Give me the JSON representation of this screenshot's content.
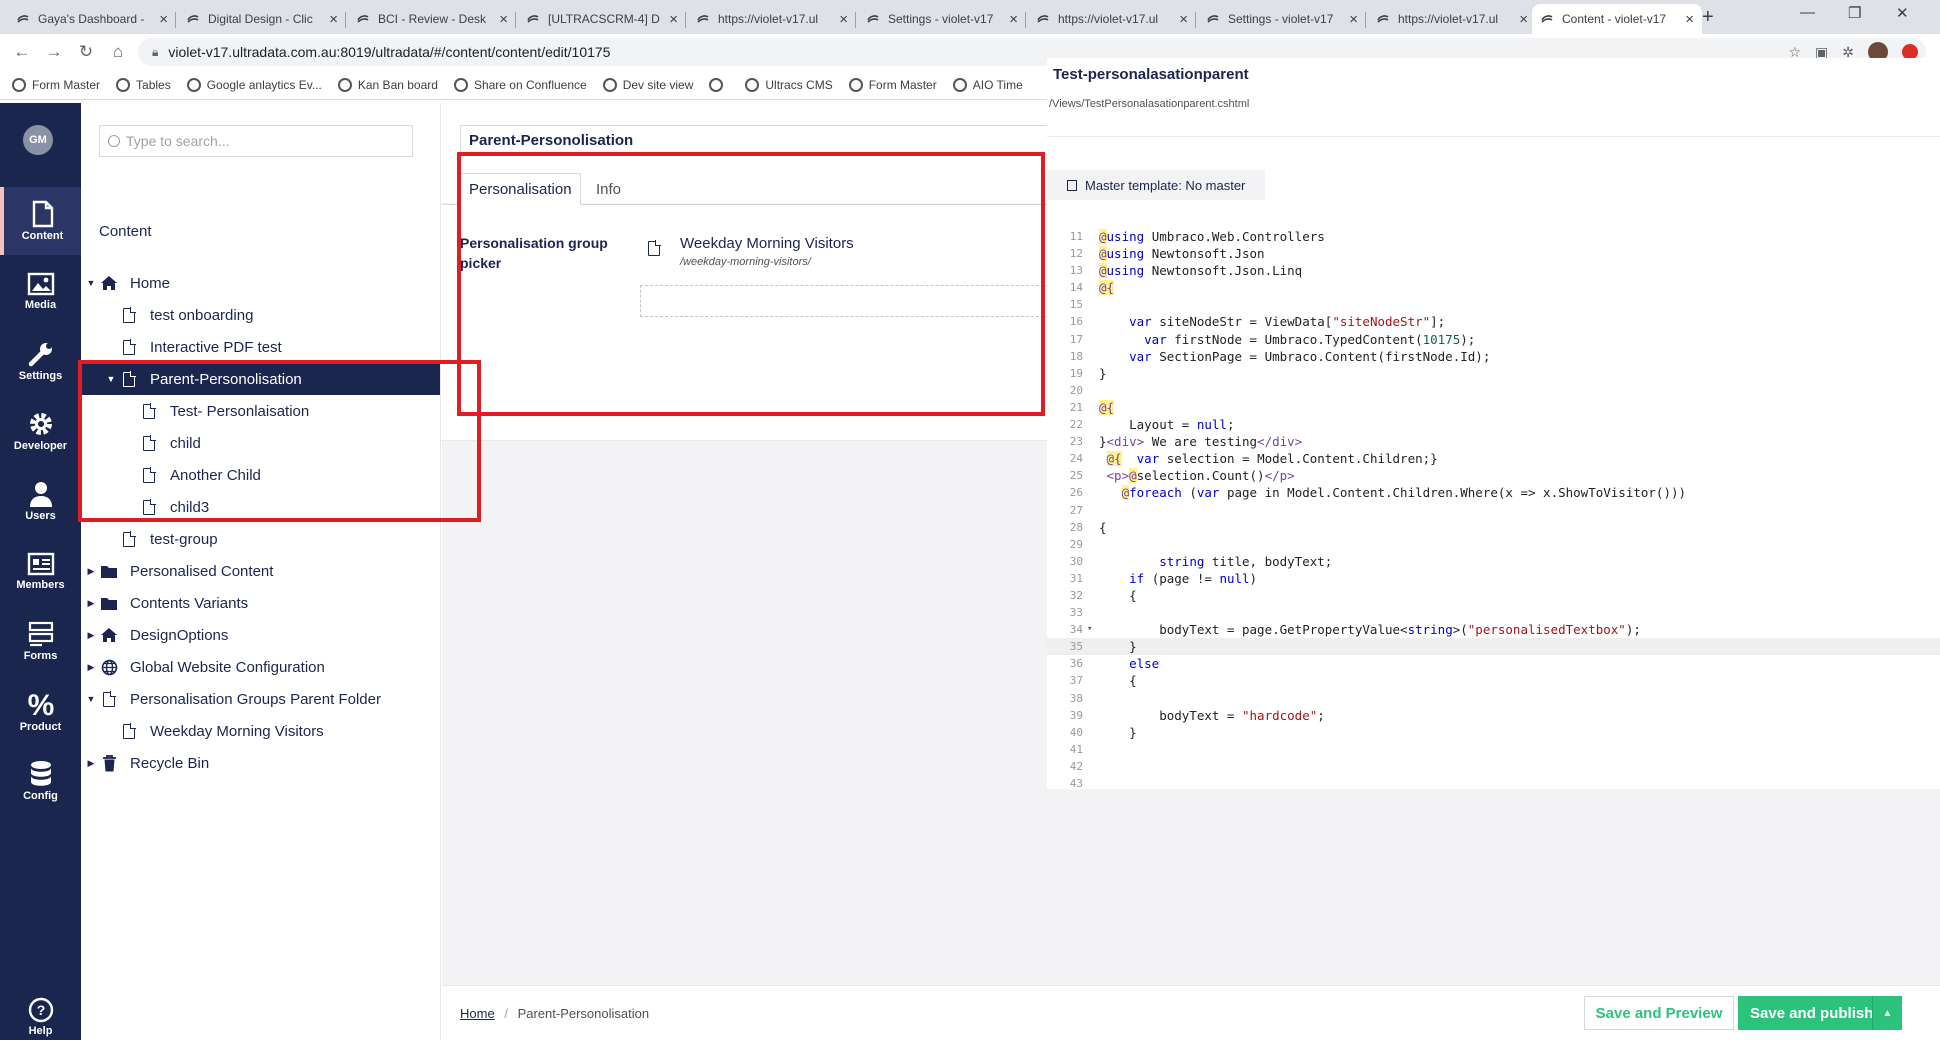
{
  "browser": {
    "tabs": [
      {
        "title": "Gaya's Dashboard - ",
        "active": false
      },
      {
        "title": "Digital Design - Clic",
        "active": false
      },
      {
        "title": "BCI - Review - Desk",
        "active": false
      },
      {
        "title": "[ULTRACSCRM-4] D",
        "active": false
      },
      {
        "title": "https://violet-v17.ul",
        "active": false
      },
      {
        "title": "Settings - violet-v17",
        "active": false
      },
      {
        "title": "https://violet-v17.ul",
        "active": false
      },
      {
        "title": "Settings - violet-v17",
        "active": false
      },
      {
        "title": "https://violet-v17.ul",
        "active": false
      },
      {
        "title": "Content - violet-v17",
        "active": true
      }
    ],
    "url": "violet-v17.ultradata.com.au:8019/ultradata/#/content/content/edit/10175",
    "bookmarks": [
      "Form Master",
      "Tables",
      "Google anlaytics Ev...",
      "Kan Ban board",
      "Share on Confluence",
      "Dev site view",
      "",
      "Ultracs CMS",
      "Form Master",
      "AIO Time"
    ]
  },
  "sections": {
    "user_initials": "GM",
    "items": [
      {
        "label": "Content",
        "icon": "document-icon",
        "active": true
      },
      {
        "label": "Media",
        "icon": "image-icon",
        "active": false
      },
      {
        "label": "Settings",
        "icon": "wrench-icon",
        "active": false
      },
      {
        "label": "Developer",
        "icon": "gear-icon",
        "active": false
      },
      {
        "label": "Users",
        "icon": "user-icon",
        "active": false
      },
      {
        "label": "Members",
        "icon": "id-card-icon",
        "active": false
      },
      {
        "label": "Forms",
        "icon": "form-icon",
        "active": false
      },
      {
        "label": "Product",
        "icon": "percent-icon",
        "active": false
      },
      {
        "label": "Config",
        "icon": "database-icon",
        "active": false
      }
    ],
    "help_label": "Help"
  },
  "tree": {
    "search_placeholder": "Type to search...",
    "heading": "Content",
    "nodes": [
      {
        "label": "Home",
        "icon": "home-icon",
        "caret": "down",
        "level": 0,
        "selected": false
      },
      {
        "label": "test onboarding",
        "icon": "document-icon",
        "caret": "",
        "level": 1,
        "selected": false
      },
      {
        "label": "Interactive PDF test",
        "icon": "document-icon",
        "caret": "",
        "level": 1,
        "selected": false
      },
      {
        "label": "Parent-Personolisation",
        "icon": "document-icon",
        "caret": "down",
        "level": 1,
        "selected": true
      },
      {
        "label": "Test- Personlaisation",
        "icon": "document-icon",
        "caret": "",
        "level": 2,
        "selected": false
      },
      {
        "label": "child",
        "icon": "document-icon",
        "caret": "",
        "level": 2,
        "selected": false
      },
      {
        "label": "Another Child",
        "icon": "document-icon",
        "caret": "",
        "level": 2,
        "selected": false
      },
      {
        "label": "child3",
        "icon": "document-icon",
        "caret": "",
        "level": 2,
        "selected": false
      },
      {
        "label": "test-group",
        "icon": "document-icon",
        "caret": "",
        "level": 1,
        "selected": false
      },
      {
        "label": "Personalised Content",
        "icon": "folder-icon",
        "caret": "right",
        "level": 0,
        "selected": false
      },
      {
        "label": "Contents Variants",
        "icon": "folder-icon",
        "caret": "right",
        "level": 0,
        "selected": false
      },
      {
        "label": "DesignOptions",
        "icon": "home-icon",
        "caret": "right",
        "level": 0,
        "selected": false
      },
      {
        "label": "Global Website Configuration",
        "icon": "globe-icon",
        "caret": "right",
        "level": 0,
        "selected": false
      },
      {
        "label": "Personalisation Groups Parent Folder",
        "icon": "document-icon",
        "caret": "down",
        "level": 0,
        "selected": false
      },
      {
        "label": "Weekday Morning Visitors",
        "icon": "document-icon",
        "caret": "",
        "level": 1,
        "selected": false
      },
      {
        "label": "Recycle Bin",
        "icon": "trash-icon",
        "caret": "right",
        "level": 0,
        "selected": false
      }
    ]
  },
  "editor": {
    "node_name": "Parent-Personolisation",
    "tabs": [
      "Personalisation",
      "Info"
    ],
    "property_label": "Personalisation group picker",
    "picked_item": {
      "name": "Weekday Morning Visitors",
      "url": "/weekday-morning-visitors/"
    },
    "breadcrumb": [
      "Home",
      "Parent-Personolisation"
    ],
    "save_preview_label": "Save and Preview",
    "save_publish_label": "Save and publish"
  },
  "template": {
    "title": "Test-personalasationparent",
    "path": "/Views/TestPersonalasationparent.cshtml",
    "master_label": "Master template: No master",
    "lines": [
      {
        "n": "11",
        "text": "@using Umbraco.Web.Controllers"
      },
      {
        "n": "12",
        "text": "@using Newtonsoft.Json"
      },
      {
        "n": "13",
        "text": "@using Newtonsoft.Json.Linq"
      },
      {
        "n": "14",
        "text": "@{"
      },
      {
        "n": "15",
        "text": ""
      },
      {
        "n": "16",
        "text": "    var siteNodeStr = ViewData[\"siteNodeStr\"];"
      },
      {
        "n": "17",
        "text": "      var firstNode = Umbraco.TypedContent(10175);"
      },
      {
        "n": "18",
        "text": "    var SectionPage = Umbraco.Content(firstNode.Id);"
      },
      {
        "n": "19",
        "text": "}"
      },
      {
        "n": "20",
        "text": ""
      },
      {
        "n": "21",
        "text": "@{"
      },
      {
        "n": "22",
        "text": "    Layout = null;"
      },
      {
        "n": "23",
        "text": "}<div> We are testing</div>"
      },
      {
        "n": "24",
        "text": " @{  var selection = Model.Content.Children;}"
      },
      {
        "n": "25",
        "text": " <p>@selection.Count()</p>"
      },
      {
        "n": "26",
        "text": "   @foreach (var page in Model.Content.Children.Where(x => x.ShowToVisitor()))"
      },
      {
        "n": "27",
        "text": ""
      },
      {
        "n": "28",
        "text": "{"
      },
      {
        "n": "29",
        "text": ""
      },
      {
        "n": "30",
        "text": "        string title, bodyText;"
      },
      {
        "n": "31",
        "text": "    if (page != null)"
      },
      {
        "n": "32",
        "text": "    {"
      },
      {
        "n": "33",
        "text": ""
      },
      {
        "n": "34",
        "text": "        bodyText = page.GetPropertyValue<string>(\"personalisedTextbox\");"
      },
      {
        "n": "35",
        "text": "    }"
      },
      {
        "n": "36",
        "text": "    else"
      },
      {
        "n": "37",
        "text": "    {"
      },
      {
        "n": "38",
        "text": ""
      },
      {
        "n": "39",
        "text": "        bodyText = \"hardcode\";"
      },
      {
        "n": "40",
        "text": "    }"
      },
      {
        "n": "41",
        "text": ""
      },
      {
        "n": "42",
        "text": ""
      },
      {
        "n": "43",
        "text": ""
      }
    ]
  },
  "colors": {
    "umbraco_navy": "#1b264f",
    "publish_green": "#2bc37c",
    "highlight_red": "#e01c24"
  }
}
